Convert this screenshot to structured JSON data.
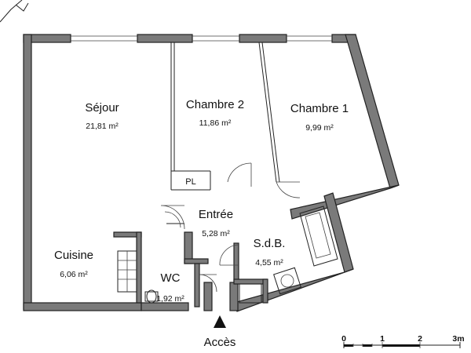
{
  "rooms": [
    {
      "name": "Séjour",
      "area": "21,81 m²"
    },
    {
      "name": "Chambre 2",
      "area": "11,86 m²"
    },
    {
      "name": "Chambre 1",
      "area": "9,99 m²"
    },
    {
      "name": "Entrée",
      "area": "5,28 m²"
    },
    {
      "name": "S.d.B.",
      "area": "4,55 m²"
    },
    {
      "name": "Cuisine",
      "area": "6,06 m²"
    },
    {
      "name": "WC",
      "area": "1,92 m²"
    }
  ],
  "closet": "PL",
  "access_label": "Accès",
  "scale": {
    "ticks": [
      "0",
      "1",
      "2",
      "3m"
    ]
  },
  "colors": {
    "wall": "#7a7a7a",
    "wall_outline": "#222222",
    "background": "#ffffff"
  },
  "icons": {
    "compass": "north-arrow-icon",
    "access": "arrow-up-icon"
  }
}
